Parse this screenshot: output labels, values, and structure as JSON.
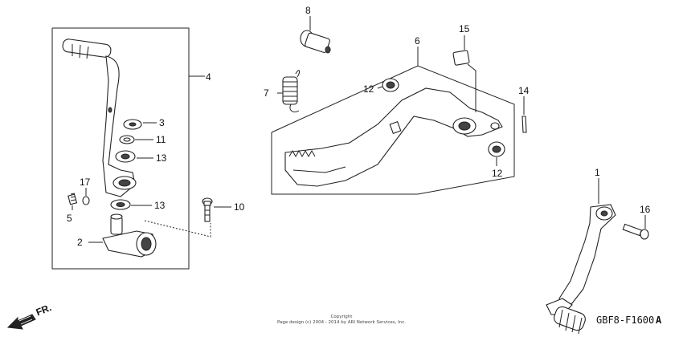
{
  "callouts": {
    "c1": "1",
    "c2": "2",
    "c3": "3",
    "c4": "4",
    "c5": "5",
    "c6": "6",
    "c7": "7",
    "c8": "8",
    "c10": "10",
    "c11": "11",
    "c12a": "12",
    "c12b": "12",
    "c13a": "13",
    "c13b": "13",
    "c14": "14",
    "c15": "15",
    "c16": "16",
    "c17": "17"
  },
  "direction_label": "FR.",
  "copyright_line1": "Copyright",
  "copyright_line2": "Page design (c) 2004 - 2014 by ARI Network Services, Inc.",
  "diagram_code": "GBF8-F1600",
  "diagram_code_suffix": "A"
}
